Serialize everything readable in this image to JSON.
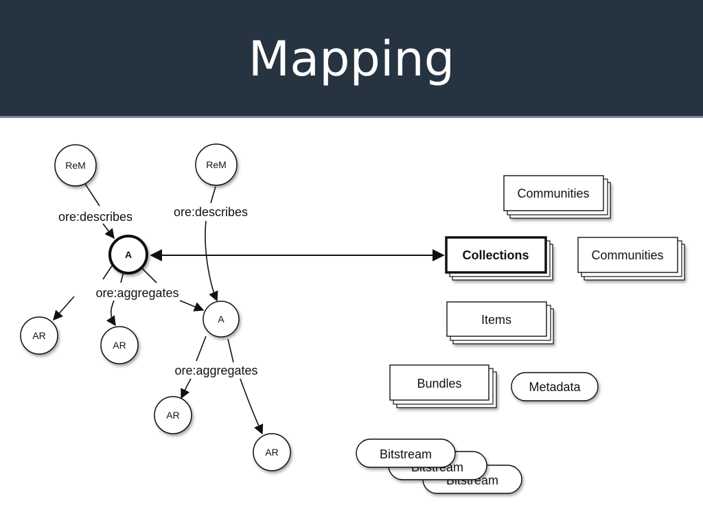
{
  "slide": {
    "title": "Mapping"
  },
  "colors": {
    "header_bg": "#253440",
    "header_border": "#7d8a98",
    "ink": "#111111"
  },
  "ore_graph": {
    "rem_1": "ReM",
    "rem_2": "ReM",
    "aggregation_main": "A",
    "aggregation_child": "A",
    "label_describes_1": "ore:describes",
    "label_describes_2": "ore:describes",
    "label_aggregates_1": "ore:aggregates",
    "label_aggregates_2": "ore:aggregates",
    "ar_1": "AR",
    "ar_2": "AR",
    "ar_3": "AR",
    "ar_4": "AR"
  },
  "dspace_model": {
    "communities_top": "Communities",
    "collections": "Collections",
    "communities_side": "Communities",
    "items": "Items",
    "bundles": "Bundles",
    "metadata": "Metadata",
    "bitstream_1": "Bitstream",
    "bitstream_2": "Bitstream",
    "bitstream_3": "Bitstream"
  }
}
